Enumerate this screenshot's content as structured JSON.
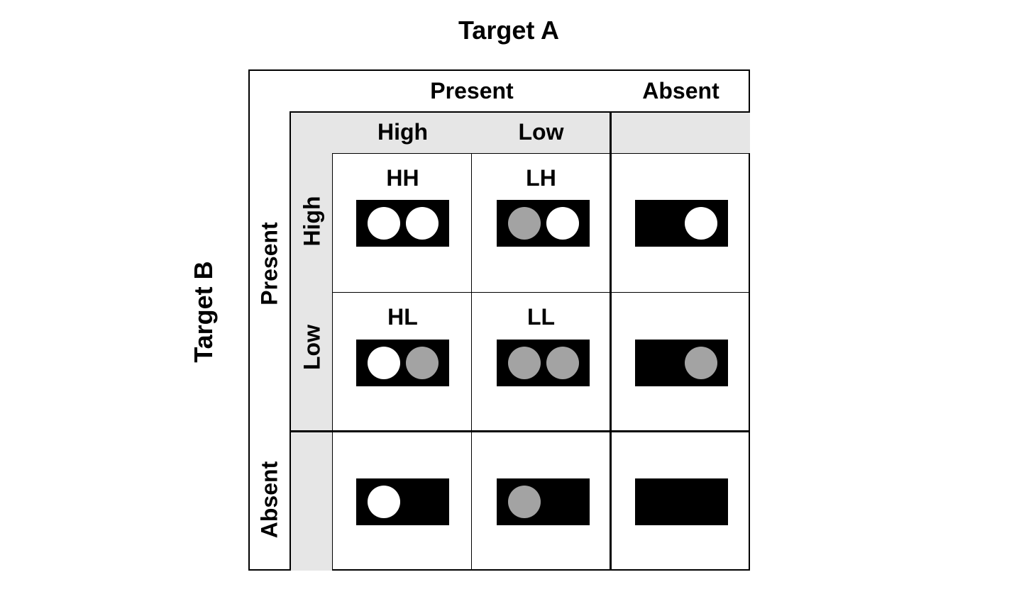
{
  "titles": {
    "target_a": "Target A",
    "target_b": "Target B"
  },
  "headers": {
    "col_present": "Present",
    "col_absent": "Absent",
    "col_high": "High",
    "col_low": "Low",
    "row_present": "Present",
    "row_absent": "Absent",
    "row_high": "High",
    "row_low": "Low"
  },
  "cells": {
    "hh": "HH",
    "lh": "LH",
    "hl": "HL",
    "ll": "LL"
  },
  "colors": {
    "high_dot": "#ffffff",
    "low_dot": "#a3a3a3",
    "box": "#000000",
    "header_fill": "#e6e6e6"
  }
}
